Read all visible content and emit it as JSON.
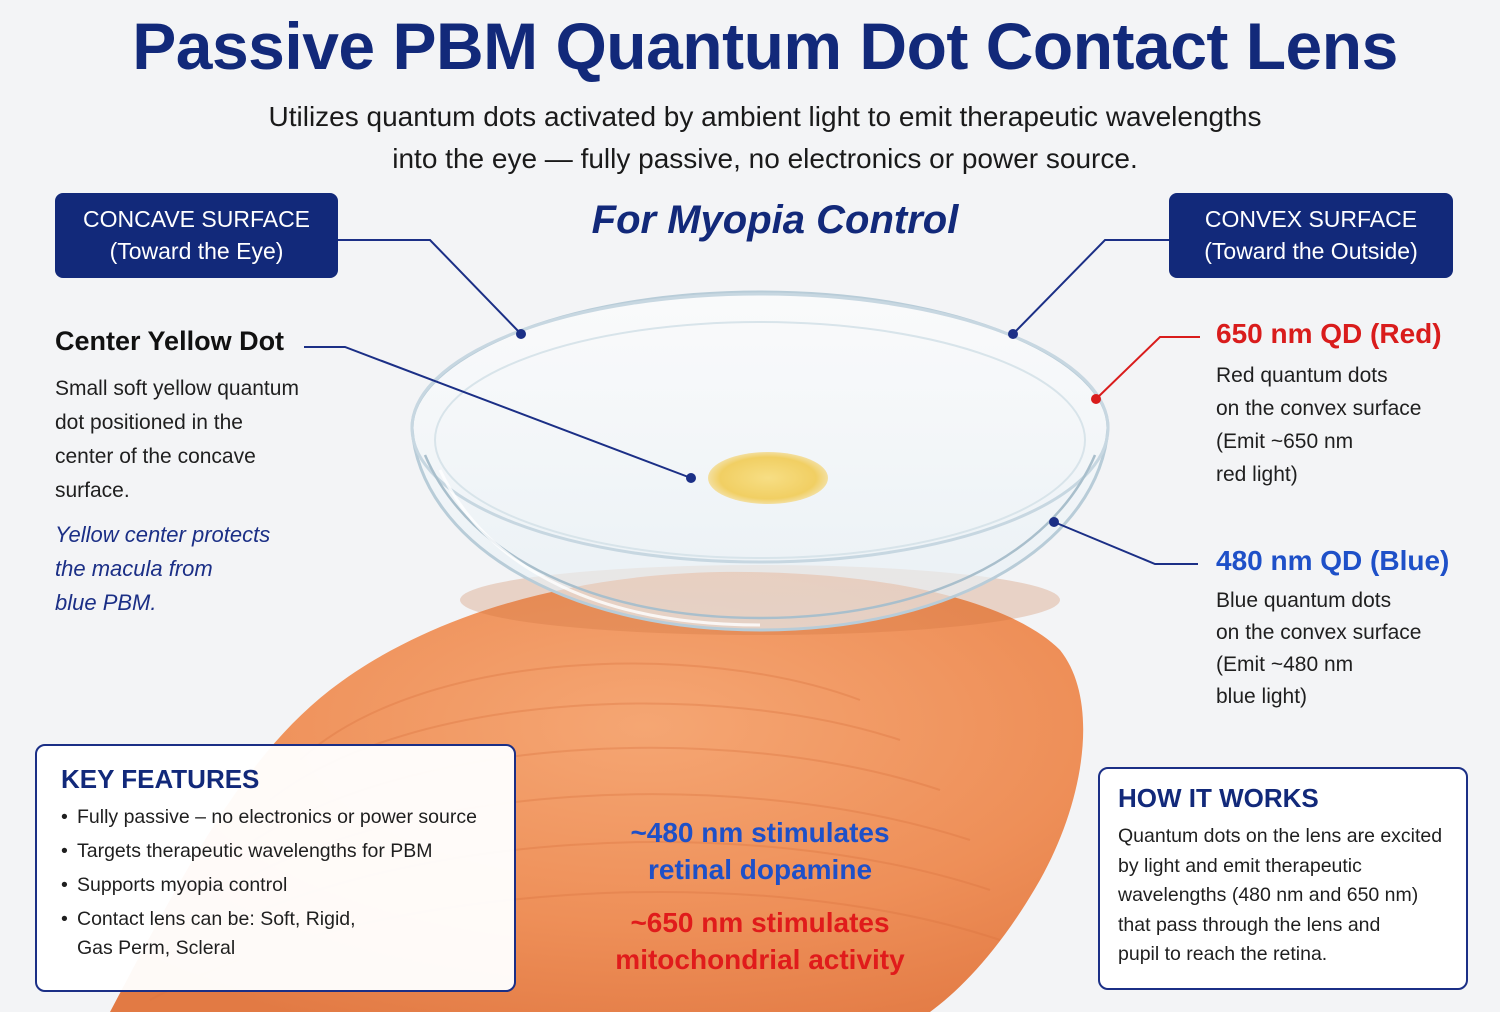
{
  "title": "Passive PBM Quantum Dot Contact Lens",
  "subtitle": {
    "line1": "Utilizes quantum dots activated by ambient light to emit therapeutic wavelengths",
    "line2": "into the eye — fully passive, no electronics or power source."
  },
  "myopia": "For Myopia Control",
  "concave": {
    "line1": "CONCAVE SURFACE",
    "line2": "(Toward the Eye)"
  },
  "convex": {
    "line1": "CONVEX SURFACE",
    "line2": "(Toward the Outside)"
  },
  "center_dot": {
    "title": "Center Yellow Dot",
    "desc": [
      "Small soft yellow quantum",
      "dot positioned in the",
      "center of the concave",
      "surface."
    ],
    "note": [
      "Yellow center protects",
      "the macula from",
      "blue PBM."
    ]
  },
  "red_qd": {
    "title": "650 nm QD (Red)",
    "desc": [
      "Red quantum dots",
      "on the convex surface",
      "(Emit ~650 nm",
      "red light)"
    ]
  },
  "blue_qd": {
    "title": "480 nm QD (Blue)",
    "desc": [
      "Blue quantum dots",
      "on the convex surface",
      "(Emit ~480 nm",
      "blue light)"
    ]
  },
  "key_features": {
    "title": "KEY FEATURES",
    "items": [
      "Fully passive – no electronics or power source",
      "Targets therapeutic wavelengths for PBM",
      "Supports myopia control"
    ],
    "last_item": [
      "Contact lens can be: Soft, Rigid,",
      "Gas Perm, Scleral"
    ]
  },
  "how_it_works": {
    "title": "HOW IT WORKS",
    "lines": [
      "Quantum dots on the lens are excited",
      "by light and emit therapeutic",
      "wavelengths (480 nm and 650 nm)",
      "that pass through the lens and",
      "pupil to reach the retina."
    ]
  },
  "stat_blue": [
    "~480 nm stimulates",
    "retinal dopamine"
  ],
  "stat_red": [
    "~650 nm stimulates",
    "mitochondrial activity"
  ],
  "colors": {
    "navy": "#12297a",
    "red": "#d91c1c",
    "blue": "#1e50c8",
    "skin": "#f0915a",
    "yellow_dot": "#f3d26a"
  }
}
